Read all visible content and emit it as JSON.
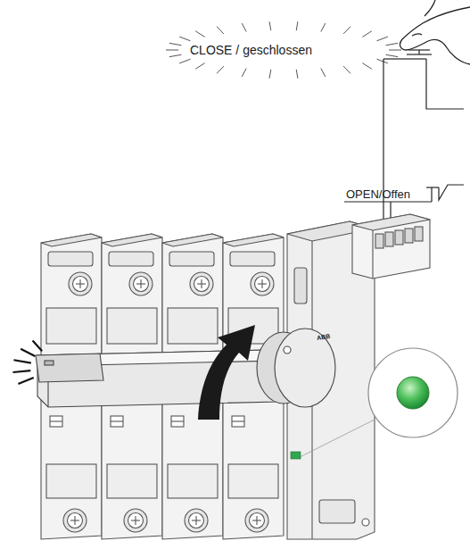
{
  "diagram": {
    "labels": [
      "CLOSE / geschlossen",
      "OPEN/Offen",
      "ABB"
    ]
  }
}
